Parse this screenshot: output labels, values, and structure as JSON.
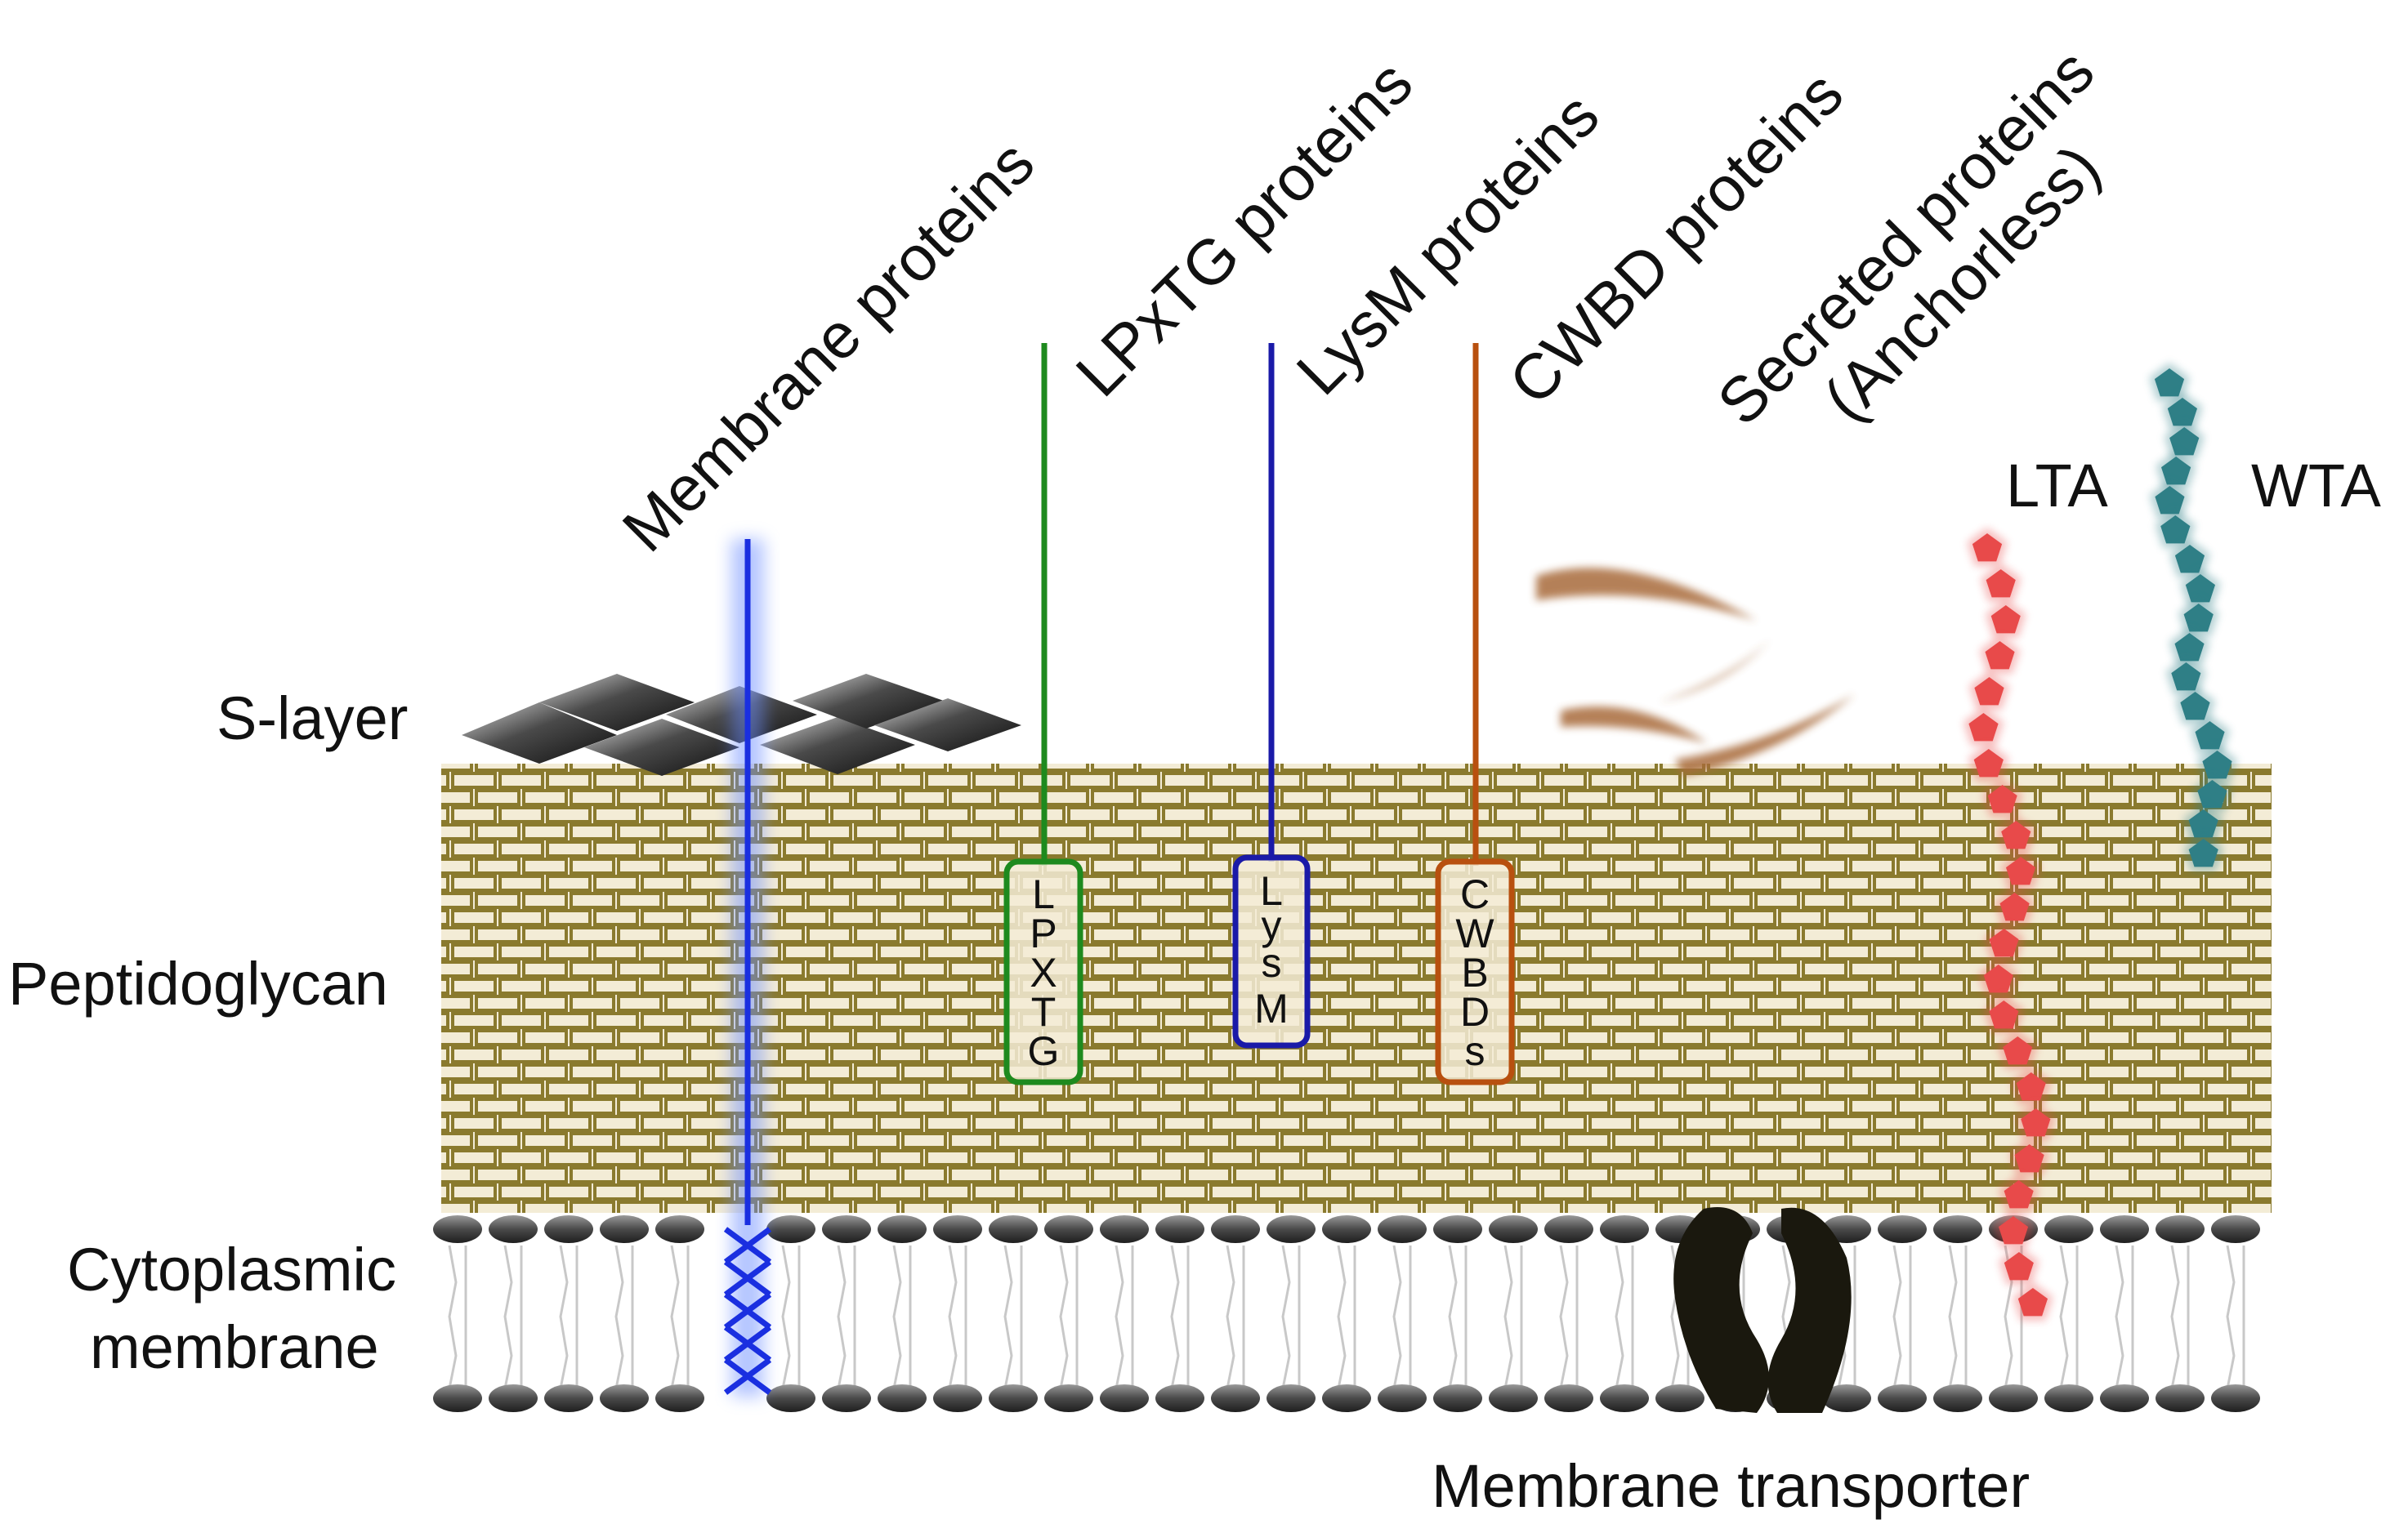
{
  "layer_labels": {
    "s_layer": "S-layer",
    "peptidoglycan": "Peptidoglycan",
    "cytoplasmic_line1": "Cytoplasmic",
    "cytoplasmic_line2": "membrane"
  },
  "protein_labels": {
    "membrane": "Membrane proteins",
    "lpxtg": "LPxTG proteins",
    "lysm": "LysM proteins",
    "cwbd": "CWBD proteins",
    "secreted_line1": "Secreted proteins",
    "secreted_line2": "(Anchorless)"
  },
  "polymer_labels": {
    "lta": "LTA",
    "wta": "WTA"
  },
  "transporter_label": "Membrane transporter",
  "motif_boxes": {
    "lpxtg": [
      "L",
      "P",
      "X",
      "T",
      "G"
    ],
    "lysm": [
      "L",
      "y",
      "s",
      "M"
    ],
    "cwbd": [
      "C",
      "W",
      "B",
      "D",
      "s"
    ]
  },
  "colors": {
    "membrane_protein": "#1a2fe0",
    "lpxtg": "#1e8a1e",
    "lysm": "#1a1aa8",
    "cwbd": "#b8500f",
    "lta": "#e84a4a",
    "wta": "#2f7f86",
    "brick": "#8a7a2e",
    "brick_bg": "#f3ecd6",
    "secreted": "#a86a3a",
    "s_layer": "#2a2a2a",
    "transporter": "#1a180e"
  }
}
